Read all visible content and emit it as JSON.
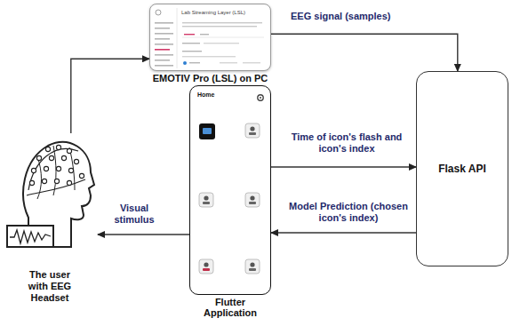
{
  "diagram": {
    "nodes": [
      {
        "text": [
          "Lab Streaming Layer (LSL)",
          "EMOTIV Pro (LSL) on PC"
        ]
      },
      {
        "text": [
          "Flask API"
        ]
      },
      {
        "text": [
          "Home",
          "Flutter Application"
        ]
      },
      {
        "text": [
          "The user with EEG Headset"
        ]
      }
    ],
    "edges": [
      {
        "from": 3,
        "to": 0,
        "arrow": "to"
      },
      {
        "from": 0,
        "to": 1,
        "arrow": "to",
        "label": "EEG signal (samples)"
      },
      {
        "from": 2,
        "to": 1,
        "arrow": "to",
        "label": "Time of icon's flash and icon's index"
      },
      {
        "from": 1,
        "to": 2,
        "arrow": "to",
        "label": "Model Prediction (chosen icon's index)"
      },
      {
        "from": 2,
        "to": 3,
        "arrow": "to",
        "label": "Visual stimulus"
      }
    ]
  }
}
